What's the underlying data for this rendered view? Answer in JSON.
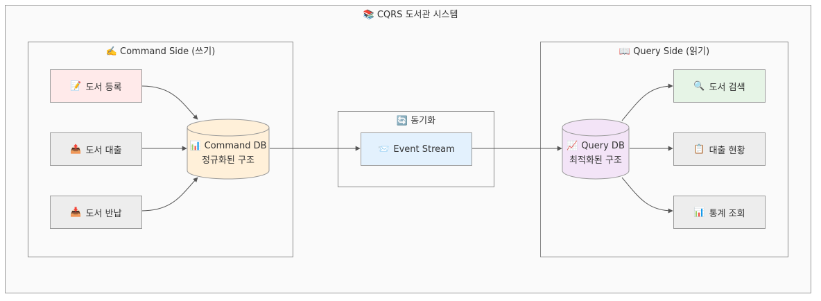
{
  "system": {
    "title": "CQRS 도서관 시스템",
    "icon": "books-icon"
  },
  "command_side": {
    "title": "Command Side (쓰기)",
    "icon": "writing-hand-icon",
    "nodes": [
      {
        "label": "도서 등록",
        "icon": "memo-icon",
        "glyph": "📝",
        "fill": "#ffeaea"
      },
      {
        "label": "도서 대출",
        "icon": "outbox-tray-icon",
        "glyph": "📤",
        "fill": "#ededed"
      },
      {
        "label": "도서 반납",
        "icon": "inbox-tray-icon",
        "glyph": "📥",
        "fill": "#ededed"
      }
    ],
    "db": {
      "name": "Command DB",
      "desc": "정규화된 구조",
      "icon": "bar-chart-icon",
      "glyph": "📊",
      "fill": "#fff0d9"
    }
  },
  "sync": {
    "title": "동기화",
    "icon": "sync-arrows-icon",
    "node": {
      "label": "Event Stream",
      "icon": "envelope-icon",
      "glyph": "📨",
      "fill": "#e3f1fd"
    }
  },
  "query_side": {
    "title": "Query Side (읽기)",
    "icon": "open-book-icon",
    "db": {
      "name": "Query DB",
      "desc": "최적화된 구조",
      "icon": "chart-increasing-icon",
      "glyph": "📈",
      "fill": "#f3e4f7"
    },
    "nodes": [
      {
        "label": "도서 검색",
        "icon": "magnifier-icon",
        "glyph": "🔍",
        "fill": "#e6f4e6"
      },
      {
        "label": "대출 현황",
        "icon": "clipboard-icon",
        "glyph": "📋",
        "fill": "#ededed"
      },
      {
        "label": "통계 조회",
        "icon": "bar-chart-icon",
        "glyph": "📊",
        "fill": "#ededed"
      }
    ]
  },
  "colors": {
    "edge": "#555555",
    "border": "#999999"
  }
}
